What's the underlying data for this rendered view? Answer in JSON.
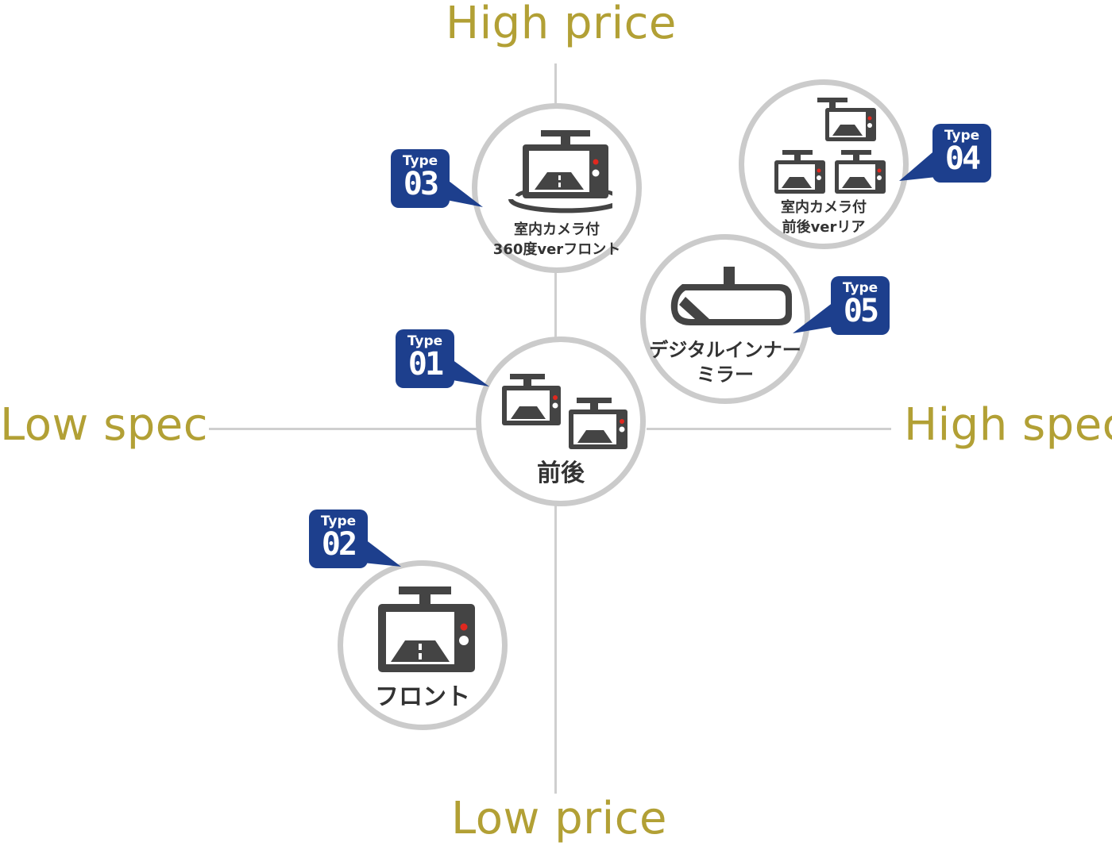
{
  "axes": {
    "top": "High price",
    "bottom": "Low price",
    "left": "Low spec",
    "right": "High spec"
  },
  "types": [
    {
      "type_word": "Type",
      "number": "01",
      "label_lines": [
        "前後"
      ],
      "icon": "front-rear-dashcam-icon"
    },
    {
      "type_word": "Type",
      "number": "02",
      "label_lines": [
        "フロント"
      ],
      "icon": "front-dashcam-icon"
    },
    {
      "type_word": "Type",
      "number": "03",
      "label_lines": [
        "室内カメラ付",
        "360度verフロント"
      ],
      "icon": "360-dashcam-icon"
    },
    {
      "type_word": "Type",
      "number": "04",
      "label_lines": [
        "室内カメラ付",
        "前後verリア"
      ],
      "icon": "three-camera-icon"
    },
    {
      "type_word": "Type",
      "number": "05",
      "label_lines": [
        "デジタルインナー",
        "ミラー"
      ],
      "icon": "digital-mirror-icon"
    }
  ],
  "colors": {
    "axis_label": "#b2a035",
    "badge": "#1d3f8d",
    "icon": "#444444",
    "circle_border": "#cbcbcb",
    "indicator": "#e0281f"
  }
}
